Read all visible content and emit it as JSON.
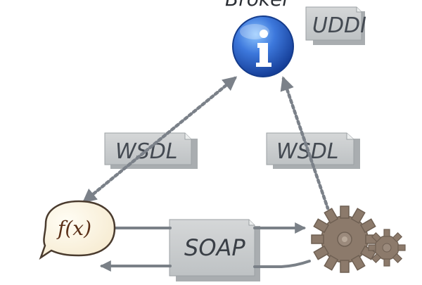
{
  "diagram": {
    "broker_title": "Broker",
    "broker_icon": "info-icon",
    "registry_doc_label": "UDDI",
    "left_doc_label": "WSDL",
    "right_doc_label": "WSDL",
    "message_doc_label": "SOAP",
    "client_label": "f(x)",
    "client_icon": "function-speech-bubble-icon",
    "service_icon": "gears-icon",
    "colors": {
      "broker_blue": "#2d5fd0",
      "document_gray": "#c8cacb",
      "gear_brown": "#8c7a6b",
      "dotted_arrow": "#7b8189"
    }
  }
}
